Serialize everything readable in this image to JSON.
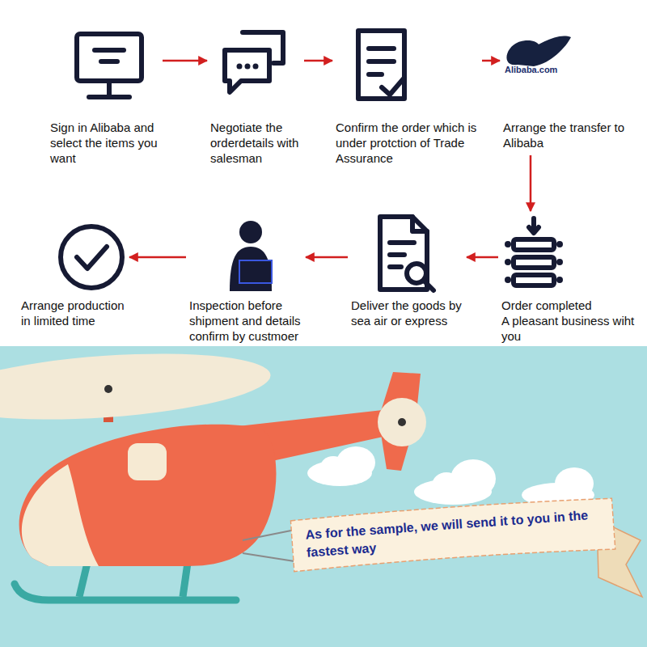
{
  "diagram": {
    "nodes": [
      {
        "text": [
          "Sign in Alibaba and select the items you want"
        ]
      },
      {
        "text": [
          "Negotiate the orderdetails with salesman"
        ]
      },
      {
        "text": [
          "Confirm the order which is under protction of Trade Assurance"
        ]
      },
      {
        "text": [
          "Arrange the transfer to Alibaba"
        ]
      },
      {
        "text": [
          "Order completed",
          "A pleasant business wiht you"
        ]
      },
      {
        "text": [
          "Deliver the goods by sea air or express"
        ]
      },
      {
        "text": [
          "Inspection before shipment and details confirm by custmoer"
        ]
      },
      {
        "text": [
          "Arrange production in limited time"
        ]
      },
      {
        "text": [
          "As for the sample, we will send it to you in the fastest way"
        ]
      }
    ],
    "edges": [
      {
        "from": 0,
        "to": 1,
        "arrow": "to"
      },
      {
        "from": 1,
        "to": 2,
        "arrow": "to"
      },
      {
        "from": 2,
        "to": 3,
        "arrow": "to"
      },
      {
        "from": 3,
        "to": 4,
        "arrow": "to"
      },
      {
        "from": 4,
        "to": 5,
        "arrow": "to"
      },
      {
        "from": 5,
        "to": 6,
        "arrow": "to"
      },
      {
        "from": 6,
        "to": 7,
        "arrow": "to"
      }
    ],
    "labels": [
      "Alibaba.com"
    ]
  }
}
